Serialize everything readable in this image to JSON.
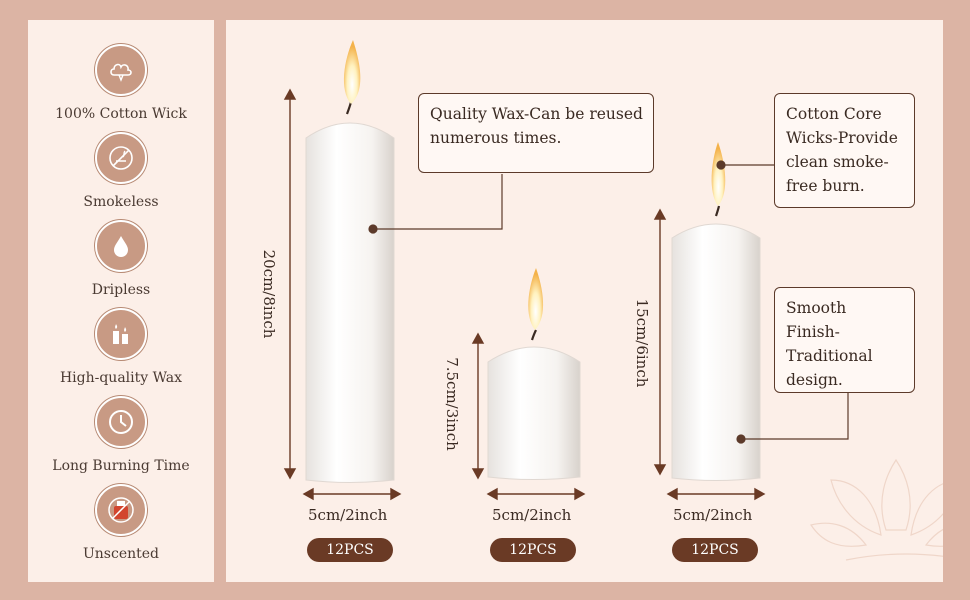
{
  "features": [
    {
      "label": "100% Cotton Wick",
      "icon": "cotton-icon"
    },
    {
      "label": "Smokeless",
      "icon": "no-smoke-icon"
    },
    {
      "label": "Dripless",
      "icon": "drop-icon"
    },
    {
      "label": "High-quality Wax",
      "icon": "candles-icon"
    },
    {
      "label": "Long Burning Time",
      "icon": "clock-icon"
    },
    {
      "label": "Unscented",
      "icon": "no-scent-icon"
    }
  ],
  "callouts": {
    "quality_wax": "Quality Wax-Can be reused numerous times.",
    "cotton_core": "Cotton Core Wicks-Provide clean smoke-free burn.",
    "smooth_finish": "Smooth Finish-Traditional design."
  },
  "candles": [
    {
      "height_label": "20cm/8inch",
      "width_label": "5cm/2inch",
      "pcs": "12PCS"
    },
    {
      "height_label": "7.5cm/3inch",
      "width_label": "5cm/2inch",
      "pcs": "12PCS"
    },
    {
      "height_label": "15cm/6inch",
      "width_label": "5cm/2inch",
      "pcs": "12PCS"
    }
  ],
  "colors": {
    "accent": "#6a3a25",
    "icon_bg": "#c89a84",
    "panel": "#fcefe8",
    "frame": "#dcb4a4"
  }
}
